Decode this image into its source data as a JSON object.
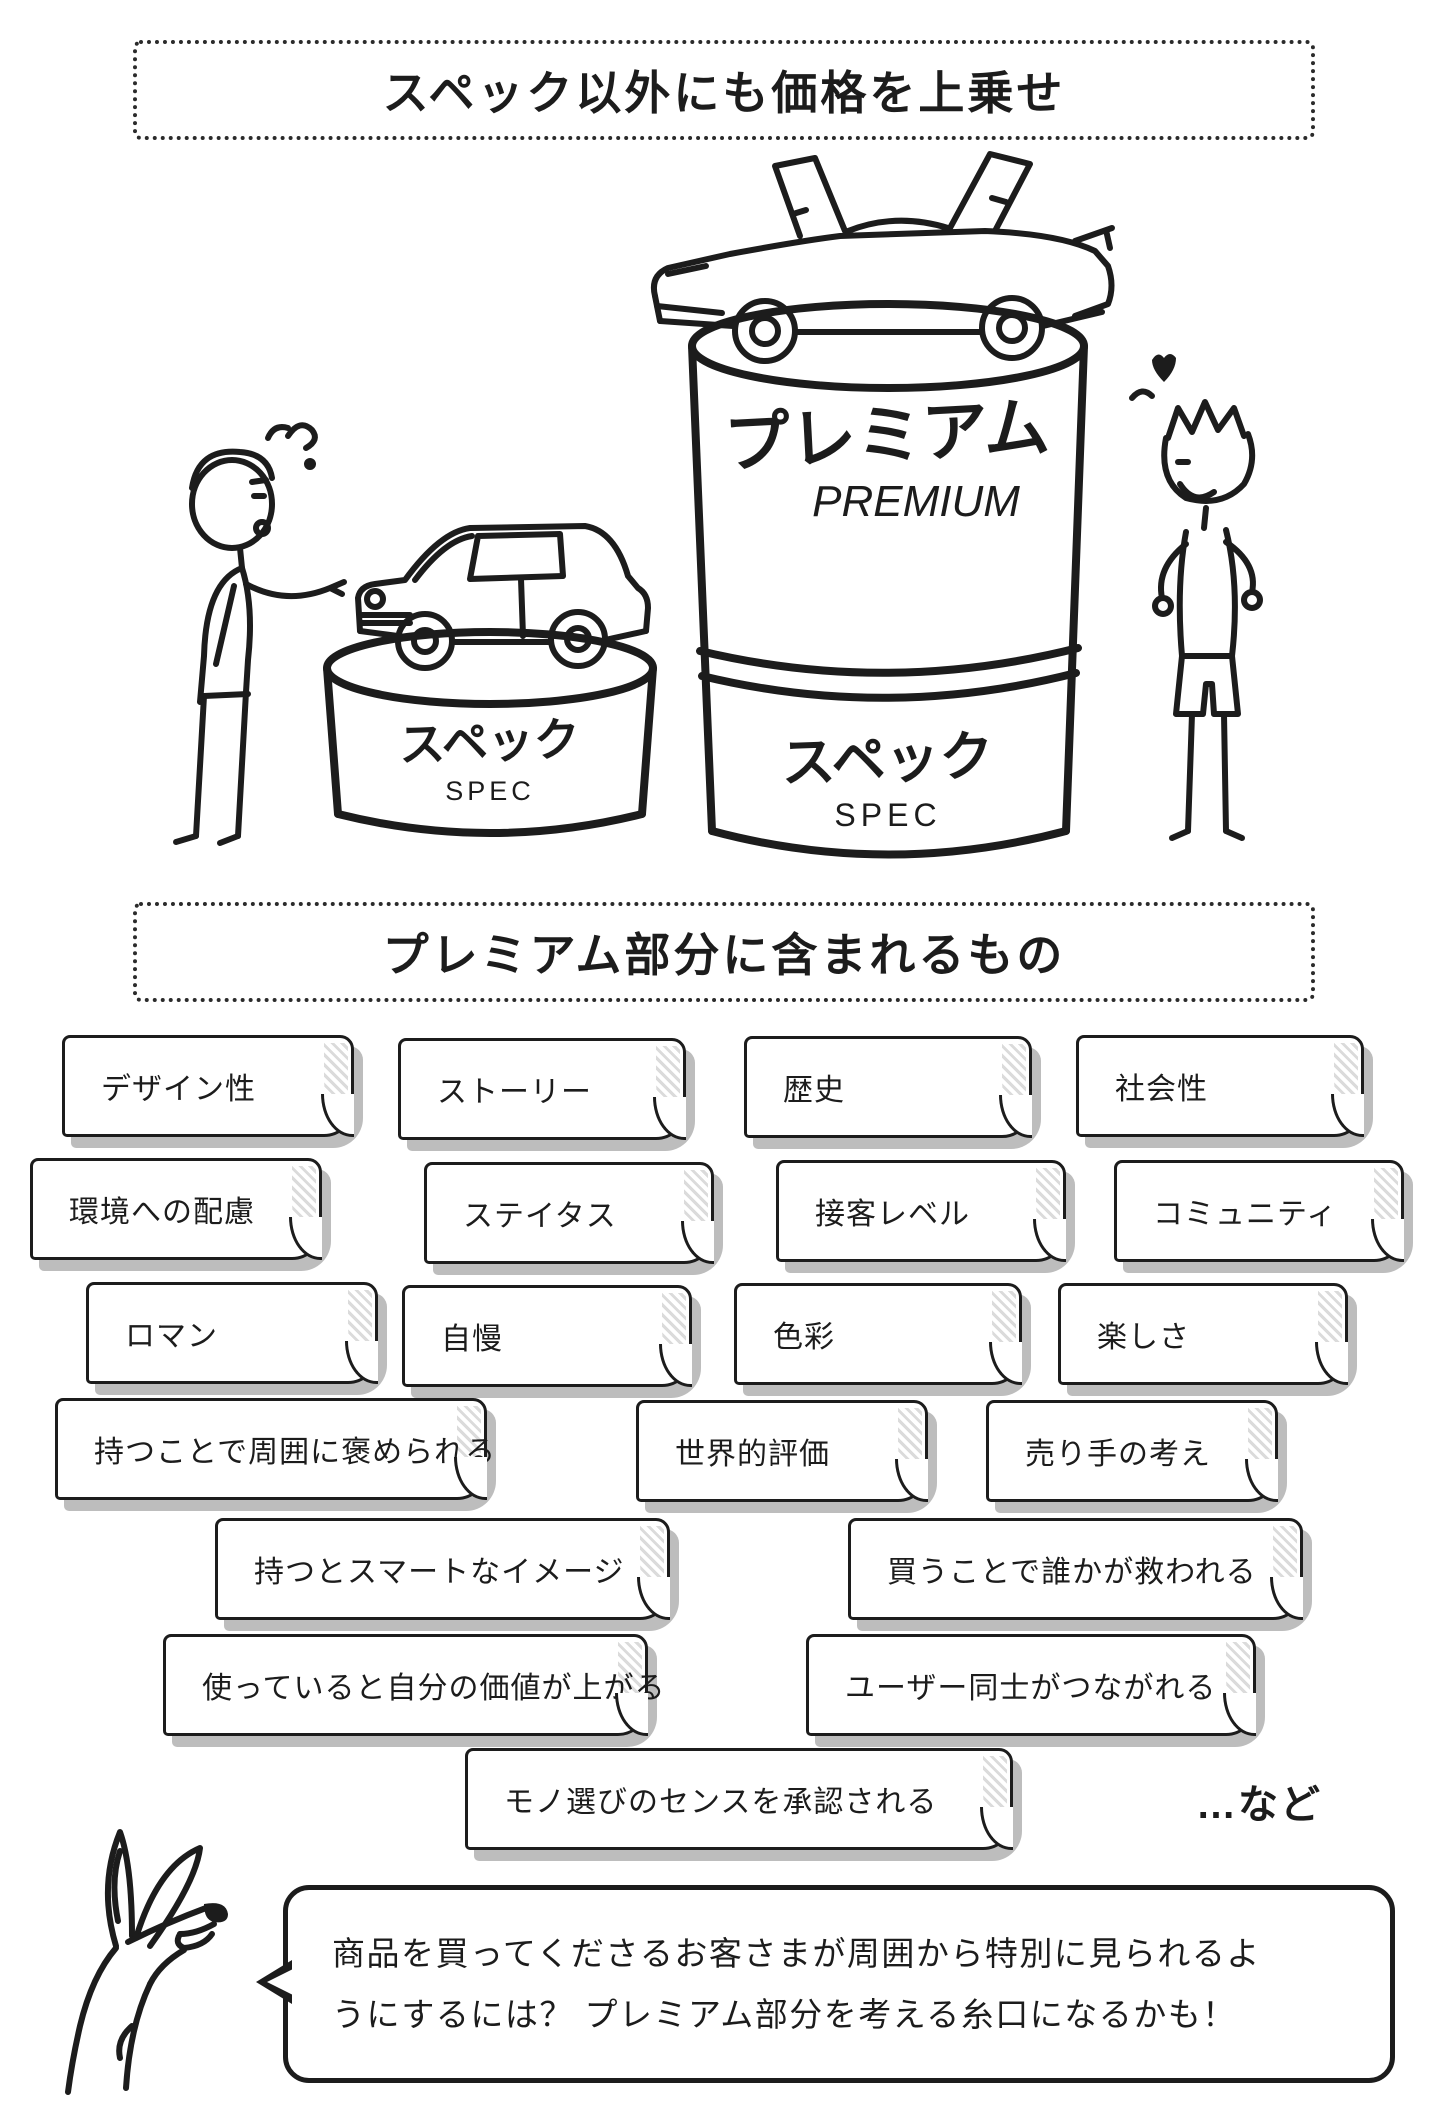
{
  "page": {
    "header_title": "スペック以外にも価格を上乗せ",
    "section_title": "プレミアム部分に含まれるもの",
    "etc_label": "…など"
  },
  "illustration": {
    "large_pedestal": {
      "tier1_jp": "プレミアム",
      "tier1_en": "PREMIUM",
      "tier2_jp": "スペック",
      "tier2_en": "SPEC"
    },
    "small_pedestal": {
      "jp": "スペック",
      "en": "SPEC"
    }
  },
  "notes": [
    {
      "label": "デザイン性"
    },
    {
      "label": "ストーリー"
    },
    {
      "label": "歴史"
    },
    {
      "label": "社会性"
    },
    {
      "label": "環境への配慮"
    },
    {
      "label": "ステイタス"
    },
    {
      "label": "接客レベル"
    },
    {
      "label": "コミュニティ"
    },
    {
      "label": "ロマン"
    },
    {
      "label": "自慢"
    },
    {
      "label": "色彩"
    },
    {
      "label": "楽しさ"
    },
    {
      "label": "持つことで周囲に褒められる"
    },
    {
      "label": "世界的評価"
    },
    {
      "label": "売り手の考え"
    },
    {
      "label": "持つとスマートなイメージ"
    },
    {
      "label": "買うことで誰かが救われる"
    },
    {
      "label": "使っていると自分の価値が上がる"
    },
    {
      "label": "ユーザー同士がつながれる"
    },
    {
      "label": "モノ選びのセンスを承認される"
    }
  ],
  "speech": {
    "line1": "商品を買ってくださるお客さまが周囲から特別に見られるよ",
    "line2": "うにするには？ プレミアム部分を考える糸口になるかも！"
  },
  "colors": {
    "ink": "#1c1c1c",
    "note_shadow": "#bdbdbd"
  }
}
